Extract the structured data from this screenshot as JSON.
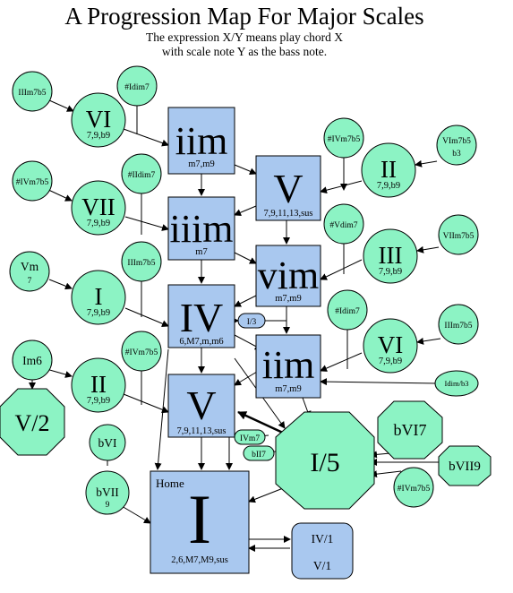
{
  "title": "A Progression Map For Major Scales",
  "subtitle_line1": "The expression X/Y means play chord X",
  "subtitle_line2": "with scale note Y as the bass note.",
  "boxes": {
    "ii": {
      "label": "iim",
      "sub": "m7,m9"
    },
    "iii": {
      "label": "iiim",
      "sub": "m7"
    },
    "IV": {
      "label": "IV",
      "sub": "6,M7,m,m6"
    },
    "V_left": {
      "label": "V",
      "sub": "7,9,11,13,sus"
    },
    "V_top": {
      "label": "V",
      "sub": "7,9,11,13,sus"
    },
    "vi": {
      "label": "vim",
      "sub": "m7,m9"
    },
    "ii_right": {
      "label": "iim",
      "sub": "m7,m9"
    },
    "home": {
      "caption": "Home",
      "label": "I",
      "sub": "2,6,M7,M9,sus"
    },
    "iv1": {
      "line1": "IV/1",
      "line2": "V/1"
    }
  },
  "circles": {
    "VI": {
      "label": "VI",
      "sub": "7,9,b9"
    },
    "VII": {
      "label": "VII",
      "sub": "7,9,b9"
    },
    "I": {
      "label": "I",
      "sub": "7,9,b9"
    },
    "II_left": {
      "label": "II",
      "sub": "7,9,b9"
    },
    "II_right": {
      "label": "II",
      "sub": "7,9,b9"
    },
    "III": {
      "label": "III",
      "sub": "7,9,b9"
    },
    "VI_right": {
      "label": "VI",
      "sub": "7,9,b9"
    },
    "IIIm7b5_tl": "IIIm7b5",
    "Idim7": "#Idim7",
    "IVm7b5_l": "#IVm7b5",
    "IIdim7": "#IIdim7",
    "Vm": "Vm",
    "Vm_sub": "7",
    "IIIm7b5_m": "IIIm7b5",
    "IVm7b5_m": "#IVm7b5",
    "Im6": "Im6",
    "bVI": "bVI",
    "bVII": "bVII",
    "bVII_sub": "9",
    "IVm7b5_r": "#IVm7b5",
    "VIm7b5": "VIm7b5",
    "VIm7b5_sub": "b3",
    "Vdim7": "#Vdim7",
    "VIIm7b5": "VIIm7b5",
    "Idim7_r": "#Idim7",
    "IIIm7b5_r": "IIIm7b5",
    "IVm7b5_br": "#IVm7b5"
  },
  "pills": {
    "I3": "I/3",
    "IVm7": "IVm7",
    "bII7": "bII7",
    "Idimb3": "Idim/b3"
  },
  "octagons": {
    "V2": "V/2",
    "I5": "I/5",
    "bVI7": "bVI7",
    "bVII9": "bVII9"
  }
}
